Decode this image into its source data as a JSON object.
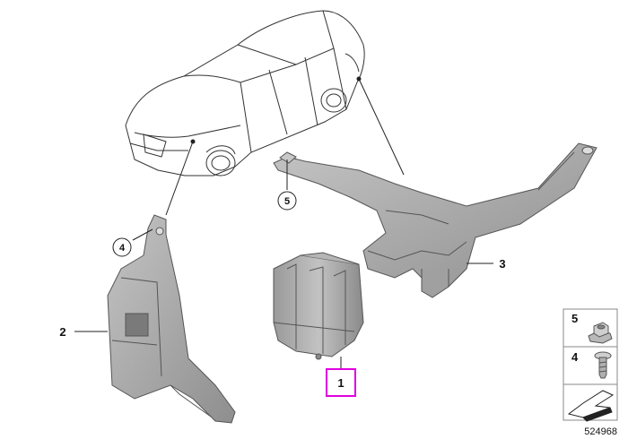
{
  "callouts": {
    "part1": "1",
    "part2": "2",
    "part3": "3",
    "part4": "4",
    "part5": "5"
  },
  "legend": {
    "item1_number": "5",
    "item2_number": "4"
  },
  "diagram_number": "524968",
  "highlight_color": "#e000e0"
}
